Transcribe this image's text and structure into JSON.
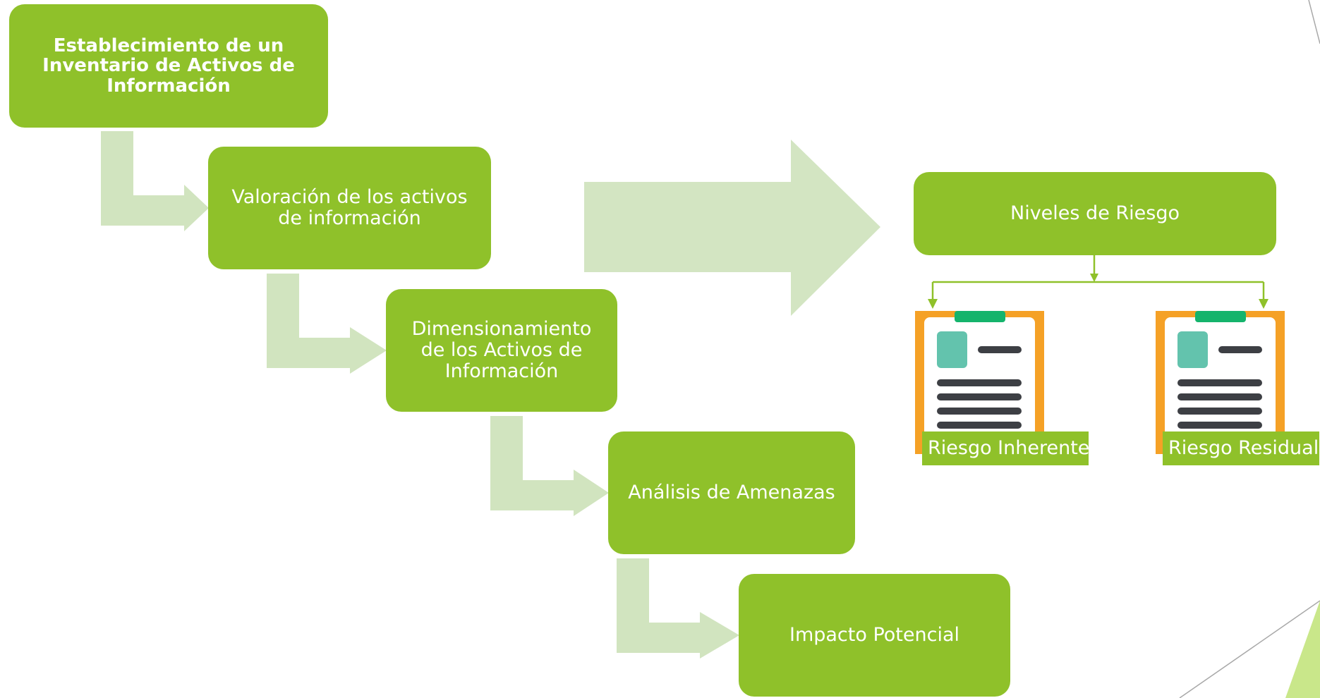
{
  "colors": {
    "box_fill": "#8fc12a",
    "connector_arrow": "#d1e4bf",
    "big_arrow": "#d3e5c2",
    "tree_line": "#8fc12a",
    "doc_frame": "#f5a126",
    "doc_clip": "#15b46c",
    "doc_avatar": "#63c3ad",
    "doc_lines": "#3d3f44",
    "decor_line": "#a8a8a8",
    "decor_triangle": "#c9e78a"
  },
  "process": {
    "steps": [
      {
        "label": "Establecimiento de un Inventario de Activos de Información"
      },
      {
        "label": "Valoración de los activos de información"
      },
      {
        "label": "Dimensionamiento de los Activos de Información"
      },
      {
        "label": "Análisis de Amenazas"
      },
      {
        "label": "Impacto Potencial"
      }
    ]
  },
  "risk": {
    "title": "Niveles de Riesgo",
    "children": [
      {
        "label": "Riesgo Inherente",
        "icon": "document-icon"
      },
      {
        "label": "Riesgo Residual",
        "icon": "document-icon"
      }
    ]
  }
}
